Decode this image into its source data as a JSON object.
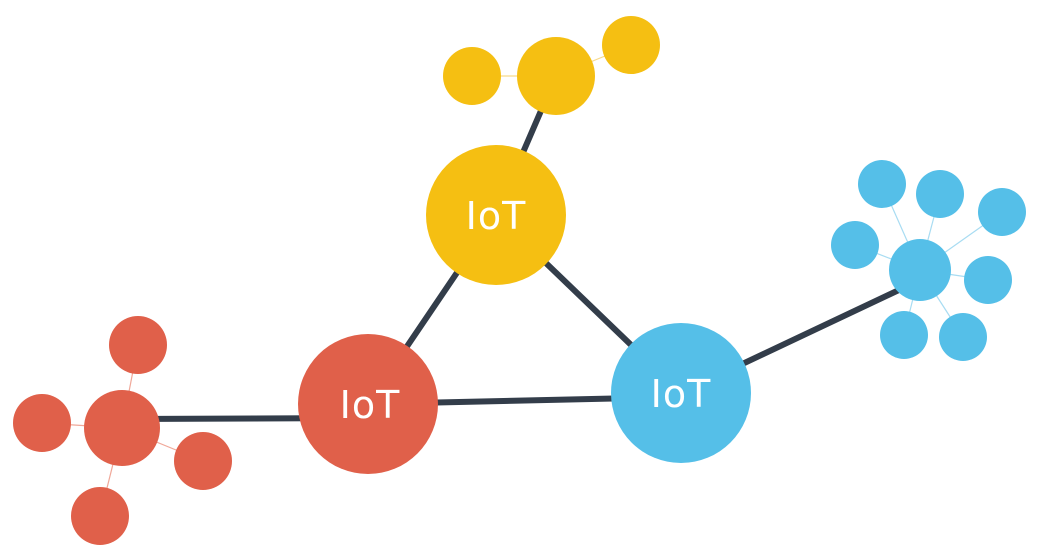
{
  "colors": {
    "background": "#ffffff",
    "link": "#333d4a",
    "yellow": "#f5bf12",
    "red": "#e0604a",
    "blue": "#55bfe8",
    "label": "#ffffff"
  },
  "hubs": {
    "top": {
      "label": "IoT",
      "color_key": "yellow"
    },
    "left": {
      "label": "IoT",
      "color_key": "red"
    },
    "right": {
      "label": "IoT",
      "color_key": "blue"
    }
  }
}
